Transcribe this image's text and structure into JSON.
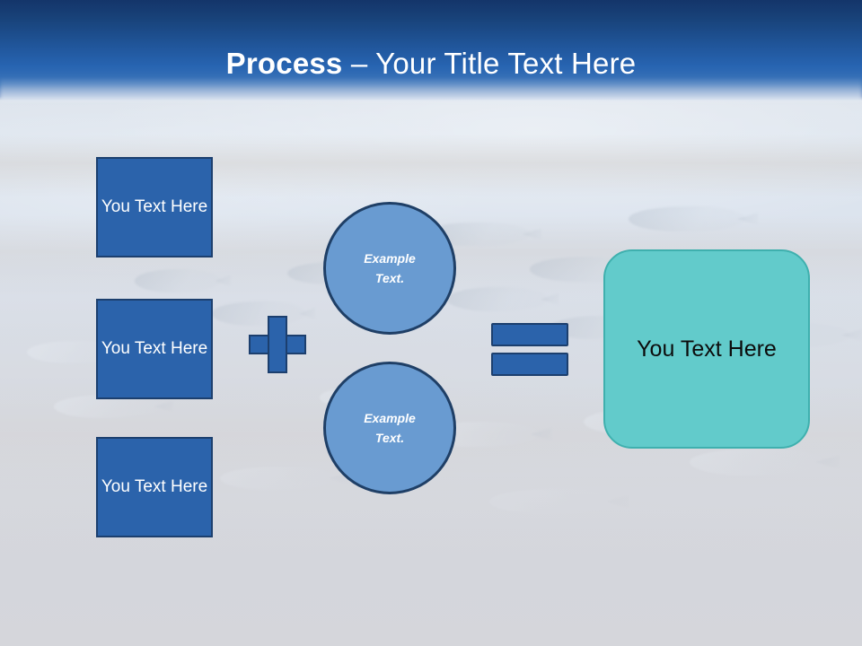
{
  "slide": {
    "title_strong": "Process",
    "title_rest": " – Your Title Text Here",
    "header_gradient_top": "#14356a",
    "header_gradient_bottom": "#7e9bc9",
    "background_description": "faded underwater photo of a school of fish"
  },
  "inputs": {
    "boxes": [
      {
        "label": "You Text Here"
      },
      {
        "label": "You Text Here"
      },
      {
        "label": "You Text Here"
      }
    ],
    "fill_color": "#2b63ab",
    "border_color": "#1c3f6e",
    "text_color": "#ffffff"
  },
  "operators": {
    "plus": {
      "symbol": "+",
      "name": "plus-operator",
      "color": "#2b63ab"
    },
    "equals": {
      "symbol": "=",
      "name": "equals-operator",
      "color": "#2b63ab"
    }
  },
  "circles": {
    "items": [
      {
        "line1": "Example",
        "line2": "Text."
      },
      {
        "line1": "Example",
        "line2": "Text."
      }
    ],
    "fill_color": "#699bd1",
    "border_color": "#1f3f66",
    "text_color": "#ffffff"
  },
  "result": {
    "label": "You Text Here",
    "fill_color": "#62cbcb",
    "border_color": "#3fb0ae",
    "text_color": "#0c0c0c"
  }
}
